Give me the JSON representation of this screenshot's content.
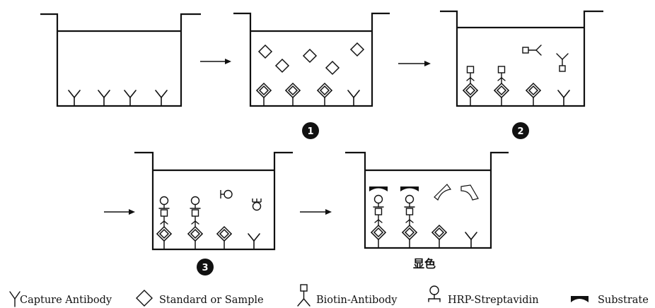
{
  "steps": [
    "1",
    "2",
    "3"
  ],
  "color_development_label": "显色",
  "legend": {
    "capture_antibody": "Capture Antibody",
    "standard_or_sample": "Standard or Sample",
    "biotin_antibody": "Biotin-Antibody",
    "hrp_streptavidin": "HRP-Streptavidin",
    "substrate": "Substrate"
  },
  "colors": {
    "ink": "#111111",
    "background": "#ffffff"
  },
  "icons": [
    "y-antibody-icon",
    "diamond-icon",
    "biotin-antibody-icon",
    "hrp-streptavidin-icon",
    "substrate-icon",
    "arrow-icon"
  ]
}
